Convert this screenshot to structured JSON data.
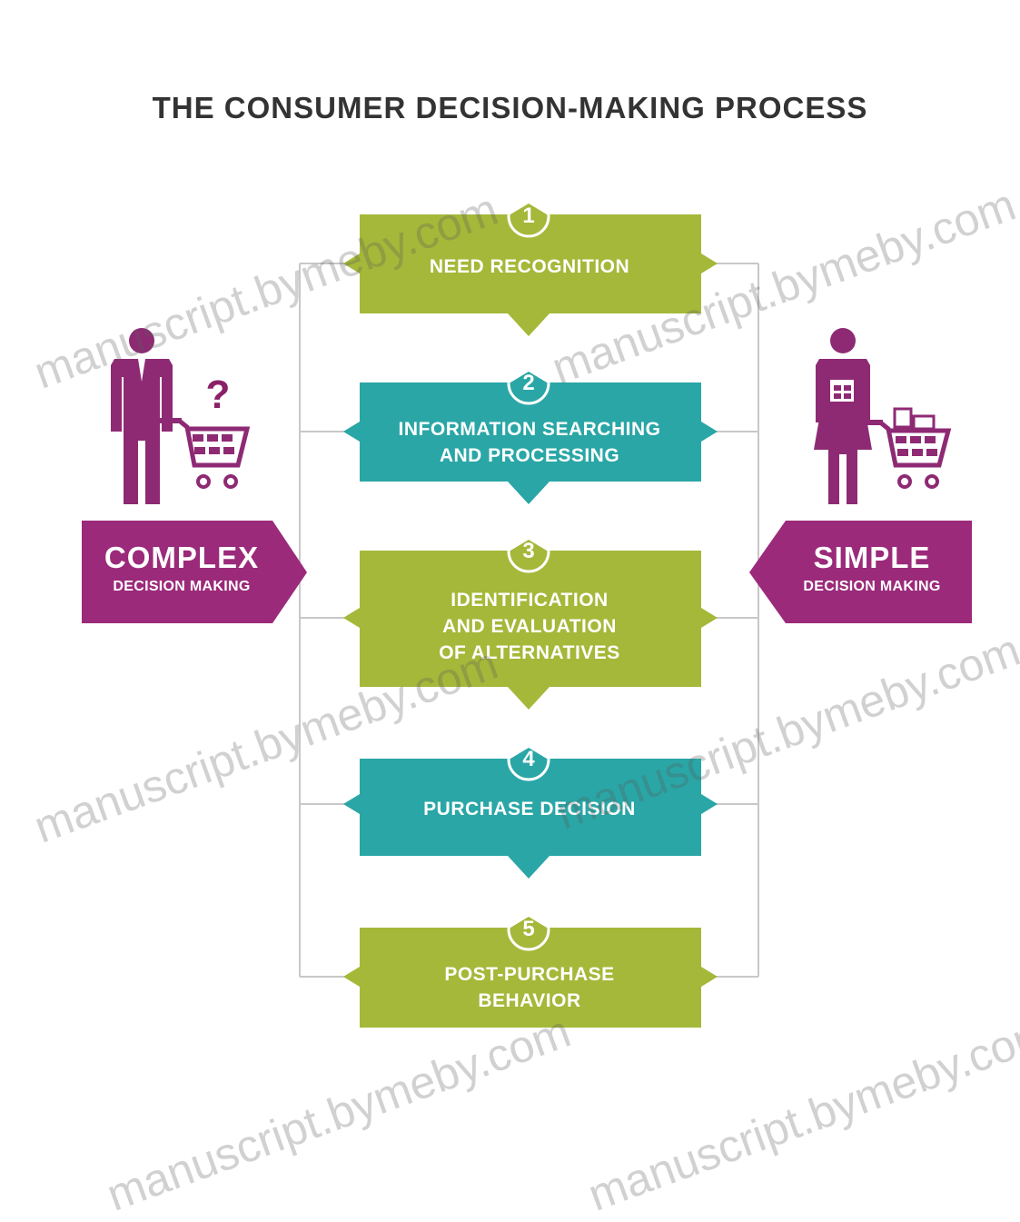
{
  "title": "THE CONSUMER DECISION-MAKING PROCESS",
  "colors": {
    "green": "#a5b839",
    "teal": "#2aa6a6",
    "magenta": "#9b2a7a",
    "figure": "#8e2a74",
    "bracket": "#c8c8c8",
    "title": "#333333"
  },
  "steps": [
    {
      "number": "1",
      "label": "NEED RECOGNITION",
      "color": "green"
    },
    {
      "number": "2",
      "label": "INFORMATION SEARCHING\nAND PROCESSING",
      "color": "teal"
    },
    {
      "number": "3",
      "label": "IDENTIFICATION\nAND EVALUATION\nOF ALTERNATIVES",
      "color": "green"
    },
    {
      "number": "4",
      "label": "PURCHASE DECISION",
      "color": "teal"
    },
    {
      "number": "5",
      "label": "POST-PURCHASE\nBEHAVIOR",
      "color": "green"
    }
  ],
  "left_panel": {
    "big": "COMPLEX",
    "small": "DECISION MAKING",
    "question": "?",
    "figure_icon": "man-with-cart-icon"
  },
  "right_panel": {
    "big": "SIMPLE",
    "small": "DECISION MAKING",
    "figure_icon": "woman-with-cart-icon"
  },
  "watermark": "manuscript.bymeby.com"
}
